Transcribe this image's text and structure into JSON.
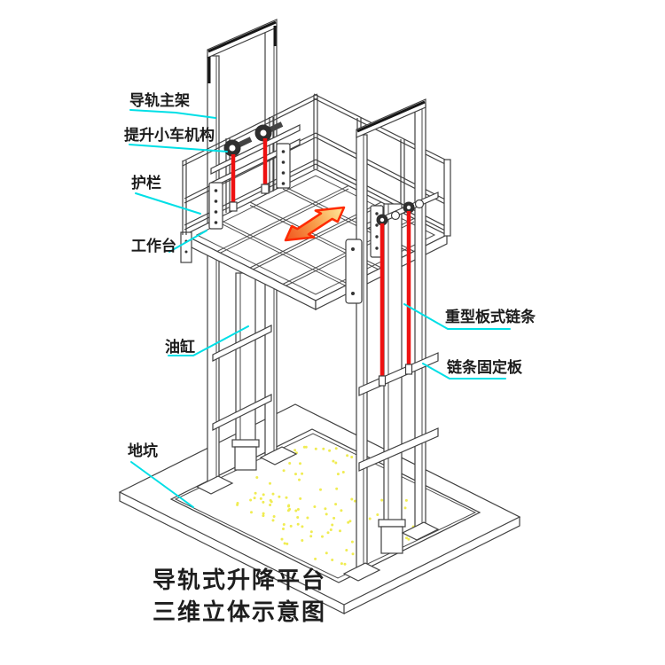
{
  "diagram": {
    "part_labels": {
      "guide_rail_frame": "导轨主架",
      "lift_trolley_mechanism": "提升小车机构",
      "guardrail": "护栏",
      "work_platform": "工作台",
      "oil_cylinder": "油缸",
      "pit": "地坑",
      "heavy_plate_chain": "重型板式链条",
      "chain_fixing_plate": "链条固定板"
    },
    "caption": {
      "line1": "导轨式升降平台",
      "line2": "三维立体示意图"
    },
    "colors": {
      "leader_line": "#00dfe6",
      "chain_red": "#ee1111",
      "arrow_outline": "#ff2a00",
      "arrow_fill_dark": "#f0541e",
      "arrow_fill_mid": "#f89c4a",
      "arrow_fill_light": "#ffec9c",
      "structure_line": "#3f3f3f",
      "pit_speckle": "#f0ec52",
      "label_text": "#1b1b1b",
      "background": "#ffffff"
    }
  }
}
